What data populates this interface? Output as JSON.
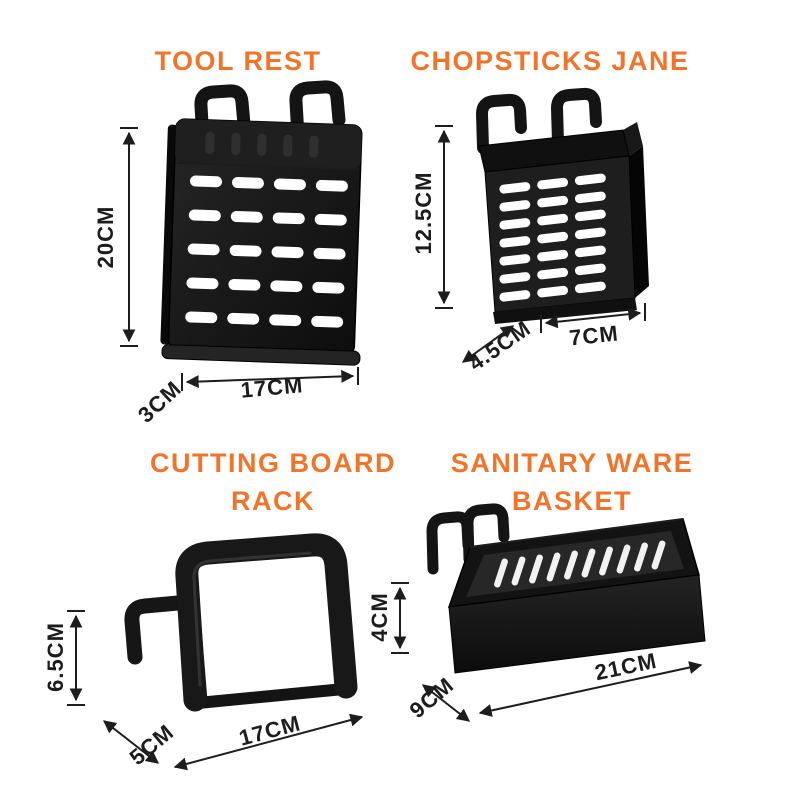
{
  "sheet": {
    "background": "#ffffff",
    "title_color": "#f2742b",
    "dimension_label_color": "#1c1c1c",
    "product_color": "#141414"
  },
  "products": [
    {
      "name": "tool-rest",
      "title": "TOOL REST",
      "dims": {
        "height": "20CM",
        "width": "17CM",
        "depth": "3CM"
      }
    },
    {
      "name": "chopsticks-jane",
      "title": "CHOPSTICKS JANE",
      "dims": {
        "height": "12.5CM",
        "width": "7CM",
        "depth": "4.5CM"
      }
    },
    {
      "name": "cutting-board-rack",
      "title": "CUTTING BOARD RACK",
      "dims": {
        "height": "6.5CM",
        "width": "17CM",
        "depth": "5CM"
      }
    },
    {
      "name": "sanitary-ware-basket",
      "title": "SANITARY WARE BASKET",
      "dims": {
        "height": "4CM",
        "width": "21CM",
        "depth": "9CM"
      }
    }
  ]
}
